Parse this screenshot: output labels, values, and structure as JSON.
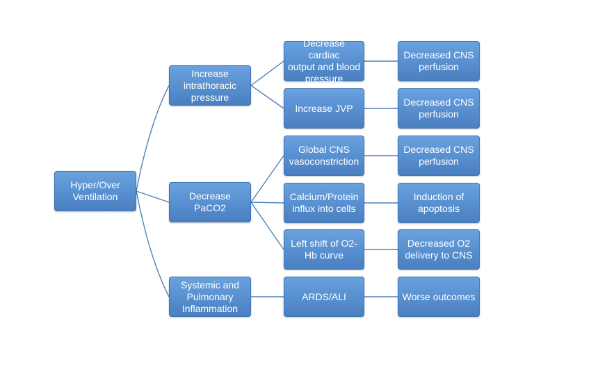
{
  "nodes": {
    "root": "Hyper/Over\nVentilation",
    "l1_intrathoracic": "Increase\nintrathoracic\npressure",
    "l1_paco2": "Decrease PaCO2",
    "l1_inflammation": "Systemic and\nPulmonary\nInflammation",
    "l2_cardiac": "Decrease cardiac\noutput and blood\npressure",
    "l2_jvp": "Increase JVP",
    "l2_vasoconstriction": "Global CNS\nvasoconstriction",
    "l2_calcium": "Calcium/Protein\ninflux into cells",
    "l2_leftshift": "Left shift of O2-\nHb curve",
    "l2_ards": "ARDS/ALI",
    "l3_cns1": "Decreased CNS\nperfusion",
    "l3_cns2": "Decreased CNS\nperfusion",
    "l3_cns3": "Decreased CNS\nperfusion",
    "l3_apoptosis": "Induction of\napoptosis",
    "l3_o2": "Decreased O2\ndelivery to CNS",
    "l3_outcomes": "Worse outcomes"
  },
  "colors": {
    "box_fill": "#5a92d2",
    "box_border": "#3f74b0",
    "connector": "#4f80bd",
    "text": "#ffffff"
  }
}
